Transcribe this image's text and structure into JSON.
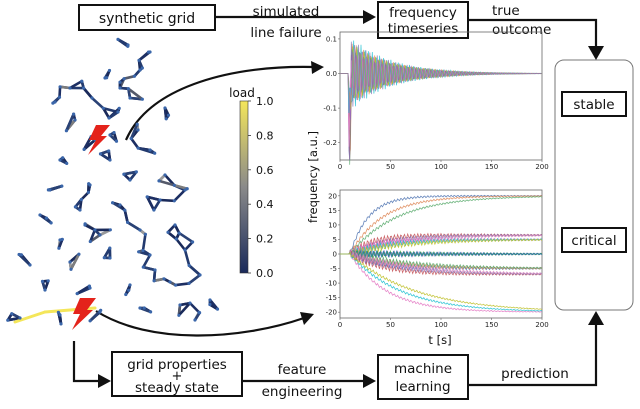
{
  "boxes": {
    "synthetic_grid": "synthetic grid",
    "frequency_timeseries_line1": "frequency",
    "frequency_timeseries_line2": "timeseries",
    "grid_properties_line1": "grid properties",
    "grid_properties_plus": "+",
    "grid_properties_line2": "steady state",
    "machine_learning_line1": "machine",
    "machine_learning_line2": "learning",
    "stable": "stable",
    "critical": "critical"
  },
  "arrow_labels": {
    "simulated_line1": "simulated",
    "simulated_line2": "line failure",
    "true_line1": "true",
    "true_line2": "outcome",
    "feature_line1": "feature",
    "feature_line2": "engineering",
    "prediction": "prediction"
  },
  "colorbar": {
    "title": "load",
    "ticks": [
      "1.0",
      "0.8",
      "0.6",
      "0.4",
      "0.2",
      "0.0"
    ],
    "colors": {
      "low": "#1a2a5a",
      "mid": "#8a8a8a",
      "high": "#f4e65a"
    }
  },
  "icons": [
    "lightning-icon",
    "lightning-icon"
  ],
  "chart_data": [
    {
      "type": "line",
      "panel": "top",
      "ylabel": "frequency [a.u.]",
      "xlabel": "",
      "xlim": [
        0,
        200
      ],
      "ylim": [
        -0.25,
        0.12
      ],
      "xticks": [
        "0",
        "50",
        "100",
        "150",
        "200"
      ],
      "yticks": [
        "0.1",
        "0.0",
        "-0.1",
        "-0.2"
      ],
      "description_values": {
        "initial_amplitude": 0.11,
        "decay_time": 40
      }
    },
    {
      "type": "line",
      "panel": "bottom",
      "xlabel": "t [s]",
      "xlim": [
        0,
        200
      ],
      "ylim": [
        -22,
        22
      ],
      "xticks": [
        "0",
        "50",
        "100",
        "150",
        "200"
      ],
      "yticks": [
        "20",
        "15",
        "10",
        "5",
        "0",
        "-5",
        "-10",
        "-15",
        "-20"
      ],
      "series_targets": [
        20,
        6.5,
        5,
        0,
        -5,
        -7,
        -20
      ]
    }
  ]
}
